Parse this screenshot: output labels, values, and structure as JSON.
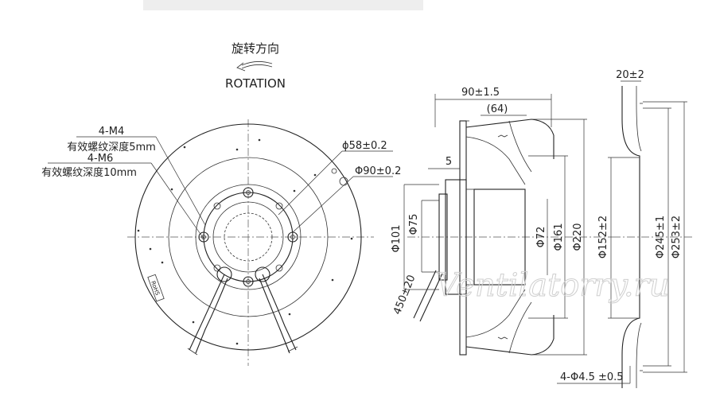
{
  "header_bar_color": "#eeeeee",
  "rotation": {
    "title_cn": "旋转方向",
    "title_en": "ROTATION",
    "arrow_icon": "curved-left-arrow-icon"
  },
  "front_view": {
    "callouts": [
      {
        "line1": "4-M4",
        "line2": "有效螺纹深度5mm"
      },
      {
        "line1": "4-M6",
        "line2": "有效螺纹深度10mm"
      }
    ],
    "hub_diameter": "ϕ58±0.2",
    "hole_circle": "Φ90±0.2",
    "label_plate": "RoHS"
  },
  "side_view": {
    "overall_width": "90±1.5",
    "motor_width": "(64)",
    "offset": "5",
    "dia_101": "Φ101",
    "dia_75": "Φ75",
    "dia_72": "Φ72",
    "dia_161": "Φ161",
    "dia_220": "Φ220",
    "cable_length": "450±20"
  },
  "ring_view": {
    "width": "20±2",
    "dia_152": "Φ152±2",
    "dia_245": "Φ245±1",
    "dia_253": "Φ253±2",
    "holes": "4-Φ4.5 ±0.5"
  },
  "watermark": "Ventilatorry.ru"
}
